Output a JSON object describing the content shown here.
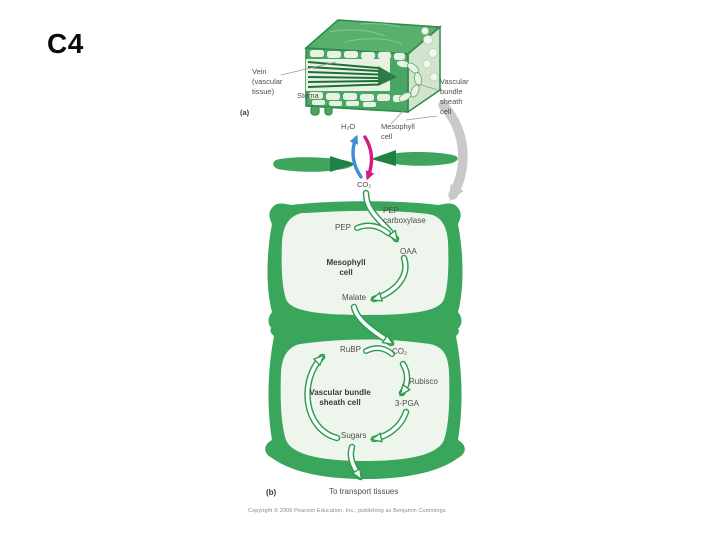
{
  "slide": {
    "title": "C4"
  },
  "panel_a": {
    "tag": "(a)",
    "labels": {
      "vein": "Vein\n(vascular\ntissue)",
      "stoma": "Stoma",
      "vascular_bundle_sheath_cell": "Vascular\nbundle\nsheath\ncell",
      "mesophyll_cell": "Mesophyll\ncell",
      "h2o": "H₂O",
      "co2": "CO₂"
    }
  },
  "panel_b": {
    "tag": "(b)",
    "mesophyll_cell": {
      "name": "Mesophyll\ncell",
      "pep": "PEP",
      "enzyme": "PEP\ncarboxylase",
      "oaa": "OAA",
      "malate": "Malate"
    },
    "bundle_sheath_cell": {
      "name": "Vascular bundle\nsheath cell",
      "rubp": "RuBP",
      "co2": "CO₂",
      "rubisco": "Rubisco",
      "pga": "3-PGA",
      "sugars": "Sugars"
    },
    "export_label": "To transport tissues"
  },
  "footer": {
    "copyright": "Copyright © 2006 Pearson Education, Inc., publishing as Benjamin Cummings"
  },
  "colors": {
    "cell_wall_green": "#3aa65b",
    "cell_interior_pale": "#edf5ec",
    "vein_dark_green": "#1d6f38",
    "h2o_arrow_blue": "#3d8fd6",
    "co2_arrow_magenta": "#d6197f",
    "uptake_arrow_gray": "#c9c9c9"
  }
}
